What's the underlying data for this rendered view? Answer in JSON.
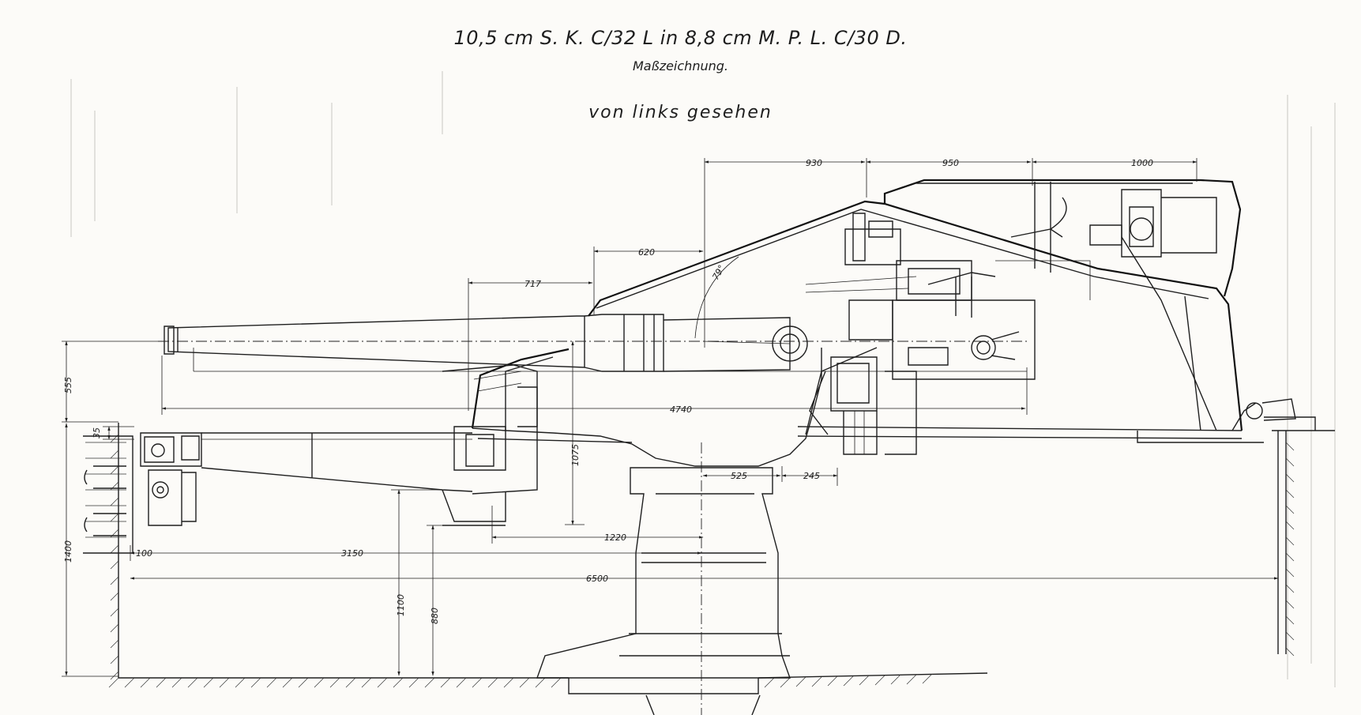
{
  "titles": {
    "main": "10,5 cm S. K. C/32 L in 8,8 cm M. P. L. C/30 D.",
    "sub": "Maßzeichnung.",
    "view": "von links gesehen"
  },
  "dimensions": {
    "d930": "930",
    "d950": "950",
    "d1000": "1000",
    "d620": "620",
    "d717": "717",
    "angle": "79°",
    "d4740": "4740",
    "d555": "555",
    "d35": "35",
    "d1075": "1075",
    "d525": "525",
    "d245": "245",
    "d1220": "1220",
    "d100": "100",
    "d3150": "3150",
    "d6500": "6500",
    "d1400": "1400",
    "d1100": "1100",
    "d880": "880"
  }
}
